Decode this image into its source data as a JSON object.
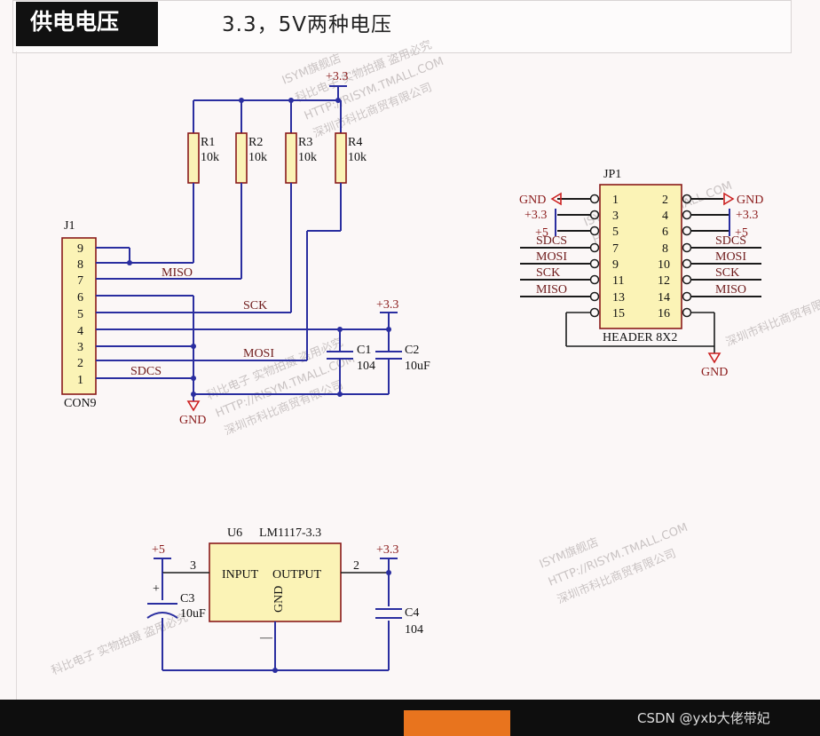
{
  "header": {
    "tag": "供电电压",
    "title": "3.3，5V两种电压"
  },
  "credit": "CSDN @yxb大佬带妃",
  "resistors": [
    {
      "ref": "R1",
      "value": "10k"
    },
    {
      "ref": "R2",
      "value": "10k"
    },
    {
      "ref": "R3",
      "value": "10k"
    },
    {
      "ref": "R4",
      "value": "10k"
    }
  ],
  "j1": {
    "ref": "J1",
    "part": "CON9",
    "pins": [
      "9",
      "8",
      "7",
      "6",
      "5",
      "4",
      "3",
      "2",
      "1"
    ]
  },
  "signals": {
    "miso": "MISO",
    "sck": "SCK",
    "mosi": "MOSI",
    "sdcs": "SDCS"
  },
  "power": {
    "v33": "+3.3",
    "v5": "+5",
    "gnd": "GND"
  },
  "caps": {
    "c1": {
      "ref": "C1",
      "value": "104"
    },
    "c2": {
      "ref": "C2",
      "value": "10uF"
    },
    "c3": {
      "ref": "C3",
      "value": "10uF"
    },
    "c4": {
      "ref": "C4",
      "value": "104"
    }
  },
  "jp1": {
    "ref": "JP1",
    "part": "HEADER 8X2",
    "left_pins": [
      "1",
      "3",
      "5",
      "7",
      "9",
      "11",
      "13",
      "15"
    ],
    "right_pins": [
      "2",
      "4",
      "6",
      "8",
      "10",
      "12",
      "14",
      "16"
    ],
    "left_nets": [
      "GND",
      "+3.3",
      "+5",
      "SDCS",
      "MOSI",
      "SCK",
      "MISO",
      ""
    ],
    "right_nets": [
      "GND",
      "+3.3",
      "+5",
      "SDCS",
      "MOSI",
      "SCK",
      "MISO",
      ""
    ]
  },
  "u6": {
    "ref": "U6",
    "part": "LM1117-3.3",
    "input": "INPUT",
    "output": "OUTPUT",
    "gnd": "GND",
    "pin_in": "3",
    "pin_out": "2",
    "pin_gnd": "—"
  },
  "watermarks": [
    "ISYM旗舰店",
    "科比电子 实物拍摄 盗用必究",
    "HTTP://RISYM.TMALL.COM",
    "深圳市科比商贸有限公司"
  ]
}
